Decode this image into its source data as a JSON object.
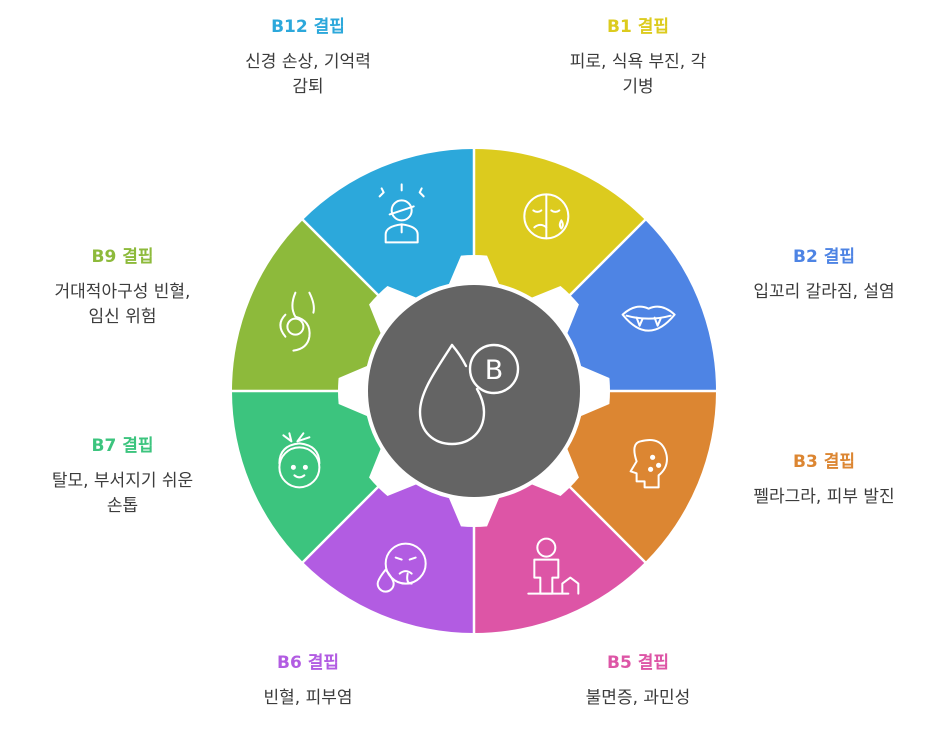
{
  "center": {
    "letter": "B",
    "icon": "vitamin-b-drop-icon",
    "color": "#646464"
  },
  "segments": [
    {
      "id": "b1",
      "title": "B1 결핍",
      "desc": [
        "피로, 식욕 부진, 각",
        "기병"
      ],
      "color": "#DCCB1E",
      "icon": "sad-half-face-icon"
    },
    {
      "id": "b2",
      "title": "B2 결핍",
      "desc": [
        "입꼬리 갈라짐, 설염"
      ],
      "color": "#4E84E4",
      "icon": "mouth-icon"
    },
    {
      "id": "b3",
      "title": "B3 결핍",
      "desc": [
        "펠라그라, 피부 발진"
      ],
      "color": "#DC8632",
      "icon": "skin-rash-face-icon"
    },
    {
      "id": "b5",
      "title": "B5 결핍",
      "desc": [
        "불면증, 과민성"
      ],
      "color": "#DD55A6",
      "icon": "tired-person-icon"
    },
    {
      "id": "b6",
      "title": "B6 결핍",
      "desc": [
        "빈혈, 피부염"
      ],
      "color": "#B25CE2",
      "icon": "sick-face-drop-icon"
    },
    {
      "id": "b7",
      "title": "B7 결핍",
      "desc": [
        "탈모, 부서지기 쉬운",
        "손톱"
      ],
      "color": "#3CC47E",
      "icon": "hair-loss-head-icon"
    },
    {
      "id": "b9",
      "title": "B9 결핍",
      "desc": [
        "거대적아구성 빈혈,",
        "임신 위험"
      ],
      "color": "#8DBA3B",
      "icon": "pregnancy-icon"
    },
    {
      "id": "b12",
      "title": "B12 결핍",
      "desc": [
        "신경 손상, 기억력",
        "감퇴"
      ],
      "color": "#2CA8DB",
      "icon": "nerve-damage-head-icon"
    }
  ]
}
